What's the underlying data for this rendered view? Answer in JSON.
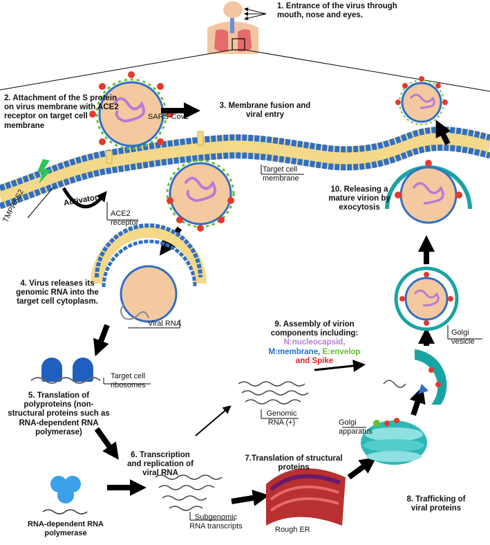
{
  "steps": {
    "s1": "1. Entrance of the virus through mouth, nose and eyes.",
    "s2": "2. Attachment of the S protein on virus membrane with ACE2 receptor on target cell membrane",
    "s3": "3. Membrane fusion and viral entry",
    "s4": "4. Virus releases its genomic RNA into the target cell cytoplasm.",
    "s5": "5. Translation of polyproteins (non-structural proteins such as RNA-dependent RNA polymerase)",
    "s6": "6. Transcription and replication of viral RNA",
    "s7": "7.Translation of structural proteins",
    "s8": "8. Trafficking of viral proteins",
    "s9_prefix": "9. Assembly of virion components including:",
    "s9_n": "N:nucleocapsid,",
    "s9_m": "M:membrane,",
    "s9_e": "E:envelop",
    "s9_s": "and Spike",
    "s10": "10. Releasing a mature virion by exocytosis"
  },
  "labels": {
    "sars": "SARS-Cov2",
    "tmprss2": "TMPRSS2",
    "activator": "Activator",
    "ace2": "ACE2 receptor",
    "target_membrane": "Target cell membrane",
    "viral_rna": "Viral RNA",
    "ribosomes": "Target cell ribosomes",
    "genomic_rna": "Genomic RNA (+)",
    "rdrp": "RNA-dependent RNA polymerase",
    "subgenomic": "Subgenomic RNA transcripts",
    "rough_er": "Rough ER",
    "golgi": "Golgi apparatus",
    "golgi_vesicle": "Golgi vesicle"
  },
  "colors": {
    "membrane": "#2f6fc4",
    "virion_fill": "#f4c9a0",
    "rna": "#b77bd6",
    "spike": "#e23a2e",
    "envelope": "#5ec12b",
    "vesicle": "#1aa3a3"
  }
}
